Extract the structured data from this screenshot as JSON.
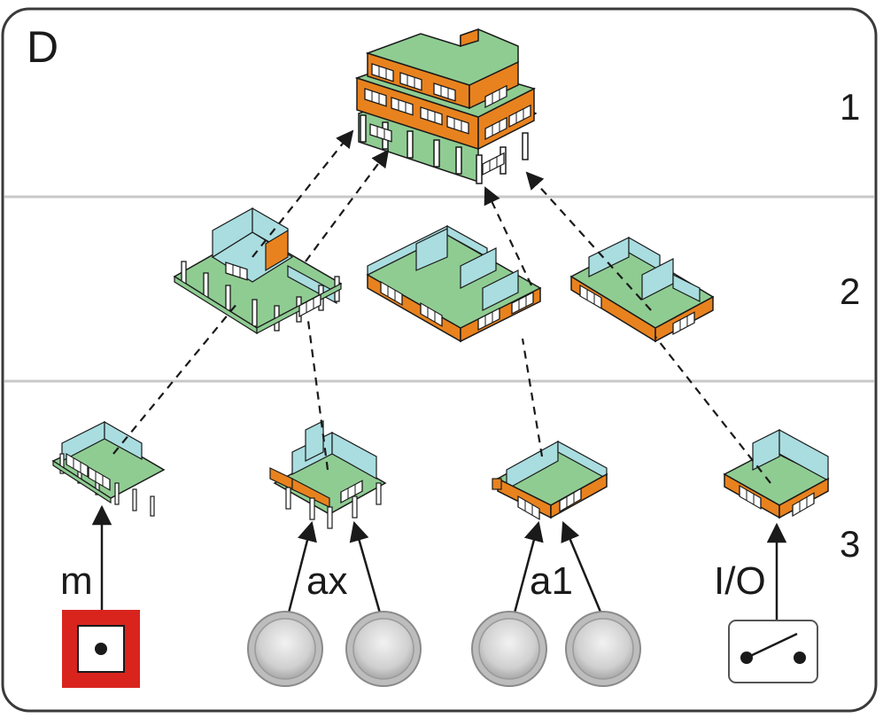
{
  "panel": {
    "letter": "D"
  },
  "levels": [
    {
      "number": "1"
    },
    {
      "number": "2"
    },
    {
      "number": "3"
    }
  ],
  "inputs": [
    {
      "label": "m",
      "device": "manual call point"
    },
    {
      "label": "ax",
      "device": "detector pair"
    },
    {
      "label": "a1",
      "device": "detector pair"
    },
    {
      "label": "I/O",
      "device": "switch contact"
    }
  ],
  "colors": {
    "wall": "#e8821e",
    "floor": "#8fcc92",
    "interior": "#a9dde0",
    "window": "#ffffff",
    "frame": "#1a1a1a",
    "red": "#d9241e",
    "detector": "#d3d3d3",
    "divider": "#c8c8c8"
  }
}
